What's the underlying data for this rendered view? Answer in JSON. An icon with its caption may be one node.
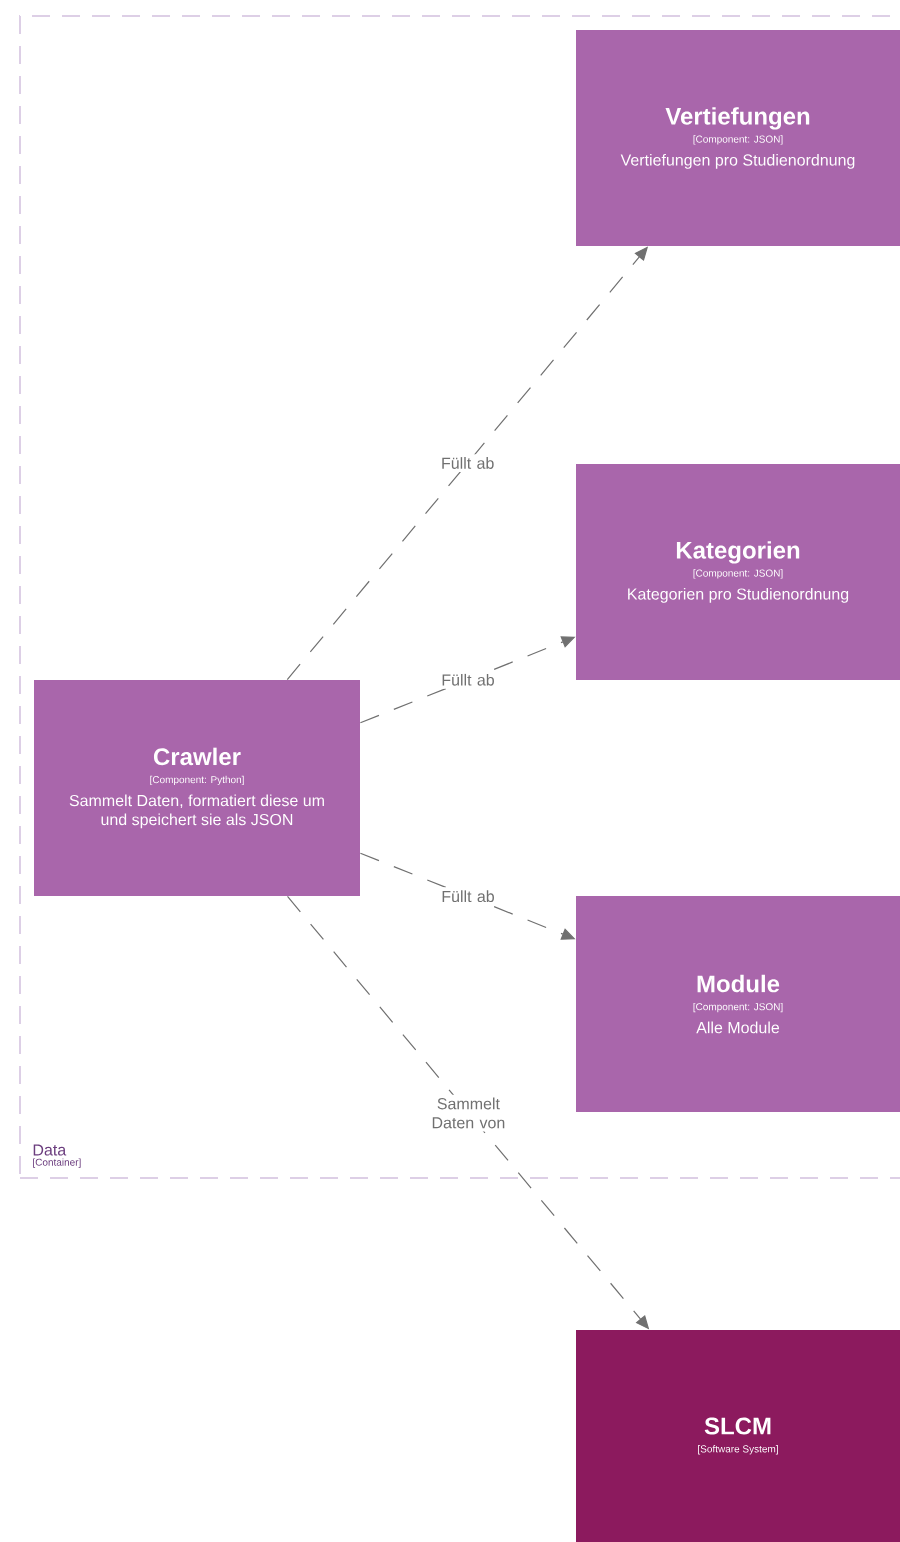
{
  "diagram": {
    "nodes": [
      {
        "text": [
          "Data",
          "[Container]"
        ]
      },
      {
        "text": [
          "Vertiefungen",
          "[Component: JSON]",
          "Vertiefungen pro Studienordnung"
        ],
        "in": 0
      },
      {
        "text": [
          "Kategorien",
          "[Component: JSON]",
          "Kategorien pro Studienordnung"
        ],
        "in": 0
      },
      {
        "text": [
          "Crawler",
          "[Component: Python]",
          "Sammelt Daten, formatiert diese um und speichert sie als JSON"
        ],
        "in": 0
      },
      {
        "text": [
          "Module",
          "[Component: JSON]",
          "Alle Module"
        ],
        "in": 0
      },
      {
        "text": [
          "SLCM",
          "[Software System]"
        ]
      }
    ],
    "edges": [
      {
        "from": 3,
        "to": 1,
        "arrow": "to",
        "label": "Füllt ab",
        "style": "dashed"
      },
      {
        "from": 3,
        "to": 2,
        "arrow": "to",
        "label": "Füllt ab",
        "style": "dashed"
      },
      {
        "from": 3,
        "to": 4,
        "arrow": "to",
        "label": "Füllt ab",
        "style": "dashed"
      },
      {
        "from": 3,
        "to": 5,
        "arrow": "to",
        "label": "Sammelt Daten von",
        "style": "dashed"
      }
    ]
  }
}
